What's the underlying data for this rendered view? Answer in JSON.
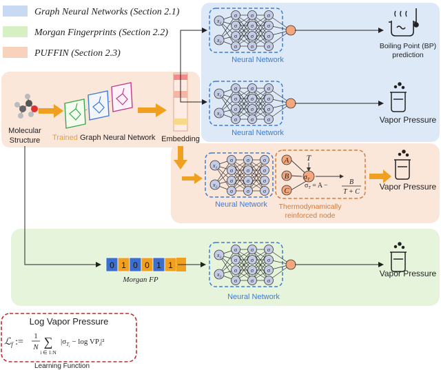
{
  "legend": {
    "gnn": "Graph Neural Networks (Section 2.1)",
    "morgan": "Morgan Fingerprints (Section 2.2)",
    "puffin": "PUFFIN (Section 2.3)"
  },
  "colors": {
    "gnn_bg": "#dde9f7",
    "gnn_legend": "#c7daf2",
    "morgan_bg": "#e6f4dc",
    "morgan_legend": "#d7f0c3",
    "puffin_bg": "#fbe6da",
    "puffin_legend": "#f9d2bd",
    "accent_arrow": "#f0a020",
    "dashed_blue": "#3a7bd5",
    "dashed_orange": "#d17a3a",
    "dashed_red": "#c02a2a",
    "node_fill": "#c5cde6",
    "output_node": "#f4a77c"
  },
  "input": {
    "molecule_line1": "Molecular",
    "molecule_line2": "Structure",
    "trained": "Trained",
    "gnn_label": "Graph Neural Network",
    "embedding": "Embedding"
  },
  "nn": {
    "label": "Neural Network",
    "sigma": "σ",
    "x1": "x",
    "x2": "x",
    "sub1": "1",
    "sub2": "2"
  },
  "outputs": {
    "bp_line1": "Boiling Point (BP)",
    "bp_line2": "prediction",
    "vp": "Vapor Pressure"
  },
  "thermo": {
    "A": "A",
    "B": "B",
    "C": "C",
    "T": "T",
    "sigma_T": "σ",
    "sigma_T_sub": "T",
    "equation_lhs": "σ",
    "equation_rest": " = A −",
    "frac_num": "B",
    "frac_den": "T + C",
    "label_line1": "Thermodynamically",
    "label_line2": "reinforced node"
  },
  "morgan": {
    "bits": [
      "0",
      "1",
      "0",
      "0",
      "1",
      "1"
    ],
    "label": "Morgan FP"
  },
  "loss": {
    "title": "Log Vapor Pressure",
    "formula_left": "ℒ",
    "formula_sub": "f",
    "formula_def": " := ",
    "frac_num": "1",
    "frac_den": "N",
    "sum": "∑",
    "sum_range": "i ∈ 1:N",
    "body": "|σ",
    "body_sub": "T",
    "body_sub2": "i",
    "body_rest": " − log VP",
    "body_vp_sub": "i",
    "body_end": "|²",
    "caption": "Learning Function"
  }
}
